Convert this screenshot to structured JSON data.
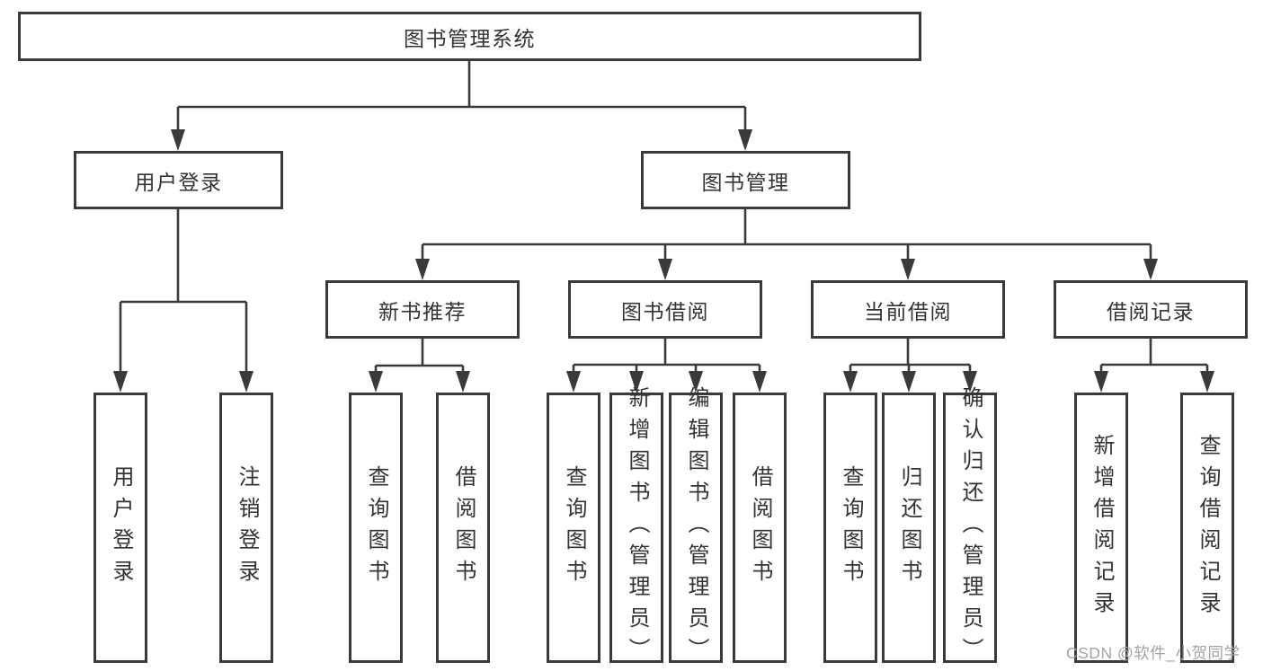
{
  "diagram": {
    "title": "图书管理系统",
    "level2": [
      {
        "label": "用户登录"
      },
      {
        "label": "图书管理"
      }
    ],
    "level3": [
      {
        "label": "新书推荐"
      },
      {
        "label": "图书借阅"
      },
      {
        "label": "当前借阅"
      },
      {
        "label": "借阅记录"
      }
    ],
    "leaves": {
      "user_login": [
        "用户登录",
        "注销登录"
      ],
      "new_books": [
        "查询图书",
        "借阅图书"
      ],
      "book_borrowing": [
        "查询图书",
        "新增图书（管理员）",
        "编辑图书（管理员）",
        "借阅图书"
      ],
      "current_borrowing": [
        "查询图书",
        "归还图书",
        "确认归还（管理员）"
      ],
      "borrowing_records": [
        "新增借阅记录",
        "查询借阅记录"
      ]
    },
    "colors": {
      "line": "#3a3a3a",
      "text": "#333333",
      "box_background": "#ffffff",
      "watermark": "#a3a3a3"
    },
    "watermark": "CSDN @软件_小贺同学"
  }
}
